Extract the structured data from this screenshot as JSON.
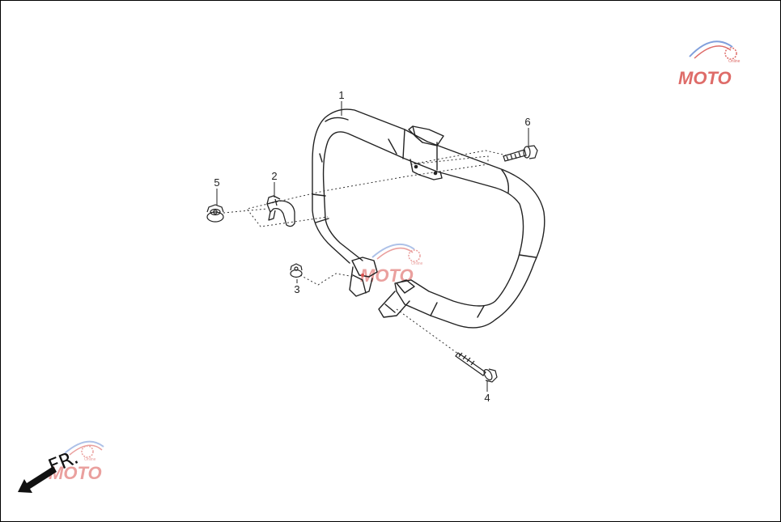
{
  "diagram": {
    "callouts": [
      {
        "id": "1",
        "label": "1"
      },
      {
        "id": "2",
        "label": "2"
      },
      {
        "id": "3",
        "label": "3"
      },
      {
        "id": "4",
        "label": "4"
      },
      {
        "id": "5",
        "label": "5"
      },
      {
        "id": "6",
        "label": "6"
      }
    ],
    "front_indicator": "FR.",
    "watermark": {
      "brand": "MOTO",
      "tagline": "Online",
      "color_red": "#d9534f",
      "color_blue": "#6b8fd6"
    },
    "line_color": "#222222"
  }
}
